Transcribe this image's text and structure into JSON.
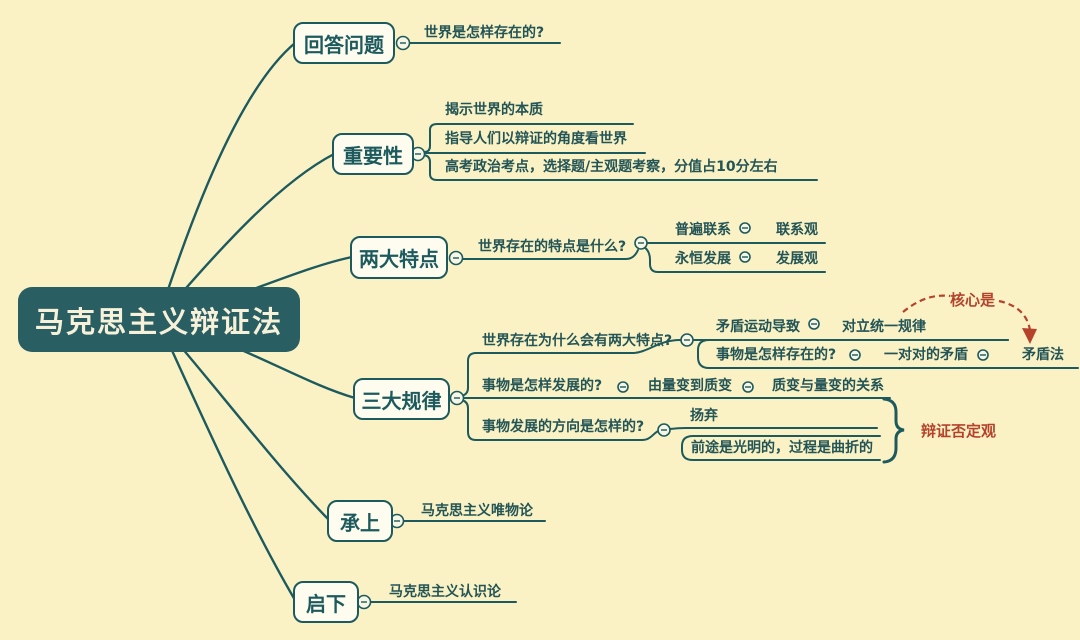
{
  "colors": {
    "background": "#faf2c5",
    "line": "#1d5a5e",
    "node_fill": "#fdfcee",
    "root_fill": "#295e63",
    "root_text": "#f7f1d9",
    "text": "#235456",
    "accent_red": "#b5432c"
  },
  "root": {
    "label": "马克思主义辩证法"
  },
  "branches": [
    {
      "label": "回答问题",
      "children": [
        {
          "text": "世界是怎样存在的?"
        }
      ]
    },
    {
      "label": "重要性",
      "children": [
        {
          "text": "揭示世界的本质"
        },
        {
          "text": "指导人们以辩证的角度看世界"
        },
        {
          "text": "高考政治考点，选择题/主观题考察，分值占10分左右"
        }
      ]
    },
    {
      "label": "两大特点",
      "children": [
        {
          "text": "世界存在的特点是什么?",
          "children": [
            {
              "text": "普遍联系",
              "children": [
                {
                  "text": "联系观"
                }
              ]
            },
            {
              "text": "永恒发展",
              "children": [
                {
                  "text": "发展观"
                }
              ]
            }
          ]
        }
      ]
    },
    {
      "label": "三大规律",
      "children": [
        {
          "text": "世界存在为什么会有两大特点?",
          "children": [
            {
              "text": "矛盾运动导致",
              "children": [
                {
                  "text": "对立统一规律"
                }
              ]
            },
            {
              "text": "事物是怎样存在的?",
              "children": [
                {
                  "text": "一对对的矛盾",
                  "children": [
                    {
                      "text": "矛盾法"
                    }
                  ]
                }
              ]
            }
          ]
        },
        {
          "text": "事物是怎样发展的?",
          "children": [
            {
              "text": "由量变到质变",
              "children": [
                {
                  "text": "质变与量变的关系"
                }
              ]
            }
          ]
        },
        {
          "text": "事物发展的方向是怎样的?",
          "children": [
            {
              "text": "扬弃"
            },
            {
              "text": "前途是光明的，过程是曲折的"
            }
          ]
        }
      ]
    },
    {
      "label": "承上",
      "children": [
        {
          "text": "马克思主义唯物论"
        }
      ]
    },
    {
      "label": "启下",
      "children": [
        {
          "text": "马克思主义认识论"
        }
      ]
    }
  ],
  "annotations": {
    "core_note": "核心是",
    "brace_label": "辩证否定观"
  }
}
